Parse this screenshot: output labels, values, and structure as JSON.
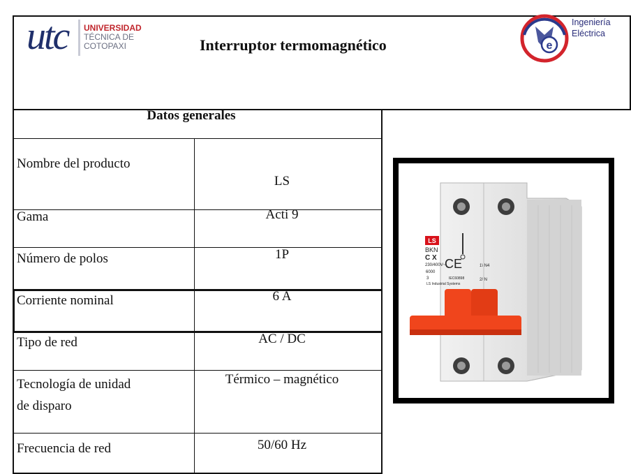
{
  "header": {
    "university_logo": {
      "mark": "utc",
      "line1": "UNIVERSIDAD",
      "line2": "TÉCNICA DE",
      "line3": "COTOPAXI"
    },
    "title": "Interruptor termomagnético",
    "department_logo": {
      "line1": "Ingeniería",
      "line2": "Eléctrica"
    }
  },
  "table": {
    "section_title": "Datos generales",
    "rows": [
      {
        "label": "Nombre del producto",
        "value": "LS"
      },
      {
        "label": "Gama",
        "value": "Acti 9"
      },
      {
        "label": "Número de polos",
        "value": "1P"
      },
      {
        "label": "Corriente nominal",
        "value": "6 A"
      },
      {
        "label": "Tipo de red",
        "value": "AC / DC"
      },
      {
        "label": "Tecnología de unidad",
        "label_line2": "de disparo",
        "value": "Térmico – magnético"
      },
      {
        "label": "Frecuencia de red",
        "value": "50/60 Hz"
      }
    ]
  },
  "product_image": {
    "brand_badge": "LS",
    "model": "BKN",
    "curve": "C X",
    "rating": "230/400V~",
    "breaking": "6000",
    "class": "3",
    "standard": "IEC60898",
    "maker": "LS Industrial Systems",
    "terminal_top": "1\\ N4",
    "terminal_bottom": "2/ N",
    "colors": {
      "body": "#e4e4e4",
      "handle": "#f0451c",
      "badge": "#d8121b"
    }
  }
}
